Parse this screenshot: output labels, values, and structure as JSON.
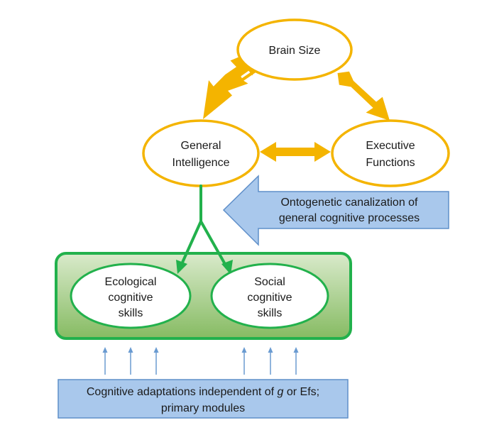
{
  "nodes": {
    "brain_size": {
      "lines": [
        "Brain Size"
      ]
    },
    "general_intelligence": {
      "lines": [
        "General",
        "Intelligence"
      ]
    },
    "executive_functions": {
      "lines": [
        "Executive",
        "Functions"
      ]
    },
    "ecological_skills": {
      "lines": [
        "Ecological",
        "cognitive",
        "skills"
      ]
    },
    "social_skills": {
      "lines": [
        "Social",
        "cognitive",
        "skills"
      ]
    }
  },
  "arrow_box": {
    "lines": [
      "Ontogenetic canalization of",
      "general cognitive processes"
    ]
  },
  "bottom_box": {
    "line1_before": "Cognitive adaptations independent of ",
    "line1_italic": "g",
    "line1_after": " or Efs;",
    "line2": "primary modules"
  },
  "colors": {
    "yellow": "#F4B400",
    "green": "#22B14C",
    "green_fill_light": "#D6E8C8",
    "green_fill_dark": "#8EC06C",
    "blue_fill": "#A9C8EC",
    "blue_stroke": "#5F8FC9",
    "small_arrow": "#6A9BD1"
  }
}
